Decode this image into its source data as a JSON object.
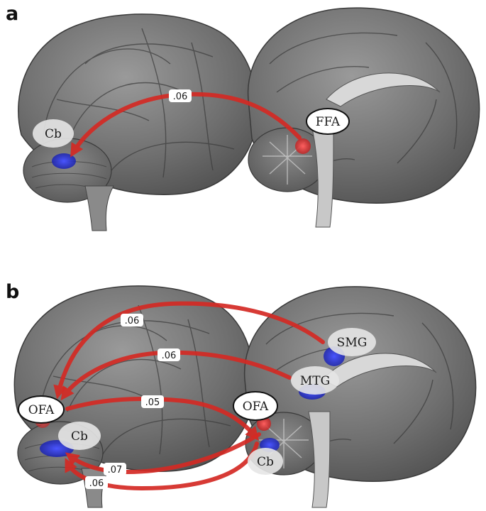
{
  "panels": [
    {
      "letter": "a",
      "regions": {
        "cb": "Cb",
        "ffa": "FFA"
      },
      "connections": [
        {
          "from": "FFA",
          "to": "Cb",
          "weight": ".06"
        }
      ]
    },
    {
      "letter": "b",
      "regions": {
        "ofa_lateral": "OFA",
        "cb_lateral": "Cb",
        "ofa_medial": "OFA",
        "smg": "SMG",
        "mtg": "MTG",
        "cb_medial": "Cb"
      },
      "connections": [
        {
          "from": "SMG",
          "to": "OFA",
          "weight": ".06"
        },
        {
          "from": "MTG",
          "to": "OFA",
          "weight": ".06"
        },
        {
          "from": "OFA",
          "to": "OFA",
          "weight": ".05"
        },
        {
          "from": "OFA",
          "to": "Cb",
          "weight": ".07"
        },
        {
          "from": "Cb",
          "to": "Cb",
          "weight": ".06"
        }
      ]
    }
  ],
  "colors": {
    "connection": "#d42a24",
    "seed_region": "#e03a3a",
    "target_region": "#2a35d8",
    "brain": "#7a7a7a"
  }
}
